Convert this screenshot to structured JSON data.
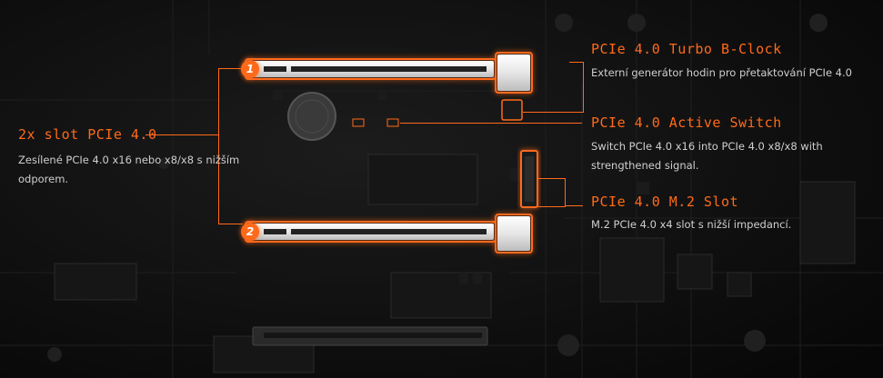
{
  "features": [
    {
      "title": "2x slot PCIe 4.0",
      "description": "Zesílené PCIe 4.0 x16 nebo x8/x8 s nižším odporem."
    },
    {
      "title": "PCIe 4.0 Turbo B-Clock",
      "description": "Externí generátor hodin pro přetaktování PCIe 4.0"
    },
    {
      "title": "PCIe 4.0 Active Switch",
      "description": "Switch PCIe 4.0 x16 into PCIe 4.0 x8/x8 with strengthened signal."
    },
    {
      "title": "PCIe 4.0 M.2 Slot",
      "description": "M.2 PCIe 4.0 x4 slot s nižší impedancí."
    }
  ],
  "slot_badges": [
    "1",
    "2"
  ],
  "accent_color": "#ff6a1a"
}
